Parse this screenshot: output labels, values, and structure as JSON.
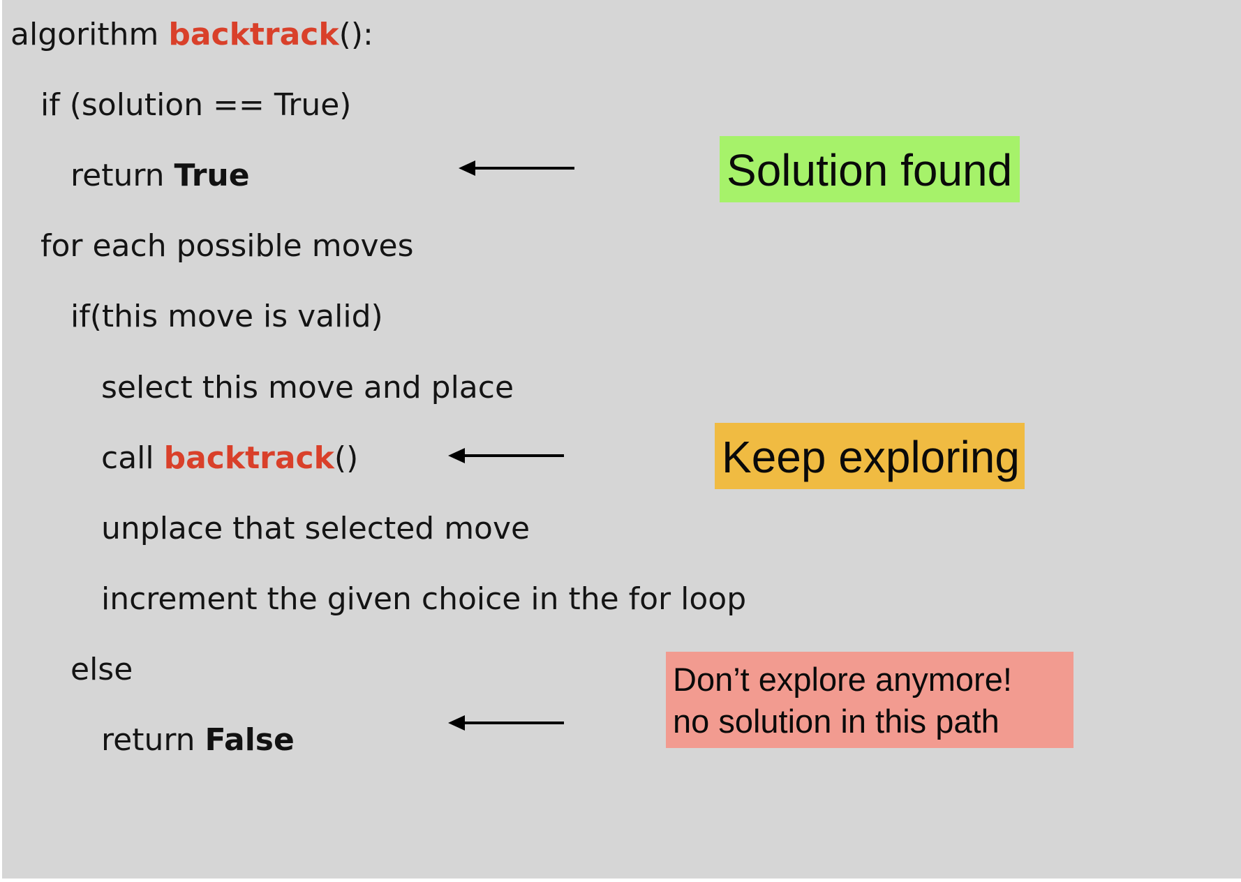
{
  "code": {
    "line1": {
      "prefix": "algorithm ",
      "fn": "backtrack",
      "suffix": "():"
    },
    "line2": "if (solution == True)",
    "line3": {
      "prefix": "return ",
      "value": "True"
    },
    "line4": "for each possible moves",
    "line5": "if(this move is valid)",
    "line6": "select this move and place",
    "line7": {
      "prefix": "call ",
      "fn": "backtrack",
      "suffix": "()"
    },
    "line8": "unplace that selected move",
    "line9": "increment the given choice in the for loop",
    "line10": "else",
    "line11": {
      "prefix": "return ",
      "value": "False"
    }
  },
  "callouts": {
    "solution_found": {
      "text": "Solution found",
      "color": "#a6f26a"
    },
    "keep_exploring": {
      "text": "Keep exploring",
      "color": "#f0bb42"
    },
    "dont_explore": {
      "line1": "Don’t explore anymore!",
      "line2": "no solution in this path",
      "color": "#f29b90"
    }
  },
  "colors": {
    "background": "#d6d6d6",
    "keyword_red": "#d9402a",
    "text": "#141414"
  }
}
